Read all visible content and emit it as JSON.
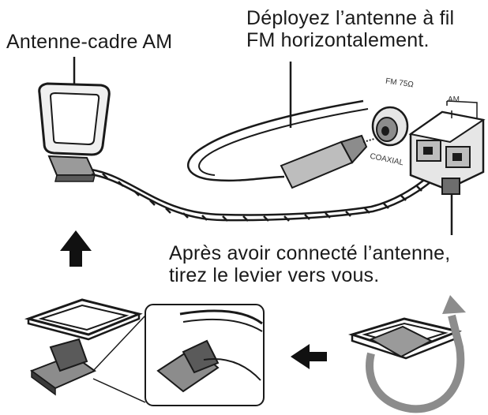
{
  "labels": {
    "am_loop": "Antenne-cadre AM",
    "fm_wire_line1": "Déployez l’antenne à fil",
    "fm_wire_line2": "FM horizontalement.",
    "lever_line1": "Après avoir connecté l’antenne,",
    "lever_line2": "tirez le levier vers vous.",
    "fm_terminal": "FM 75Ω",
    "am_terminal": "AM",
    "coaxial": "COAXIAL"
  },
  "colors": {
    "ink": "#1a1a1a",
    "shade": "#8c8c8c",
    "light": "#d9d9d9",
    "arrow": "#111111"
  }
}
